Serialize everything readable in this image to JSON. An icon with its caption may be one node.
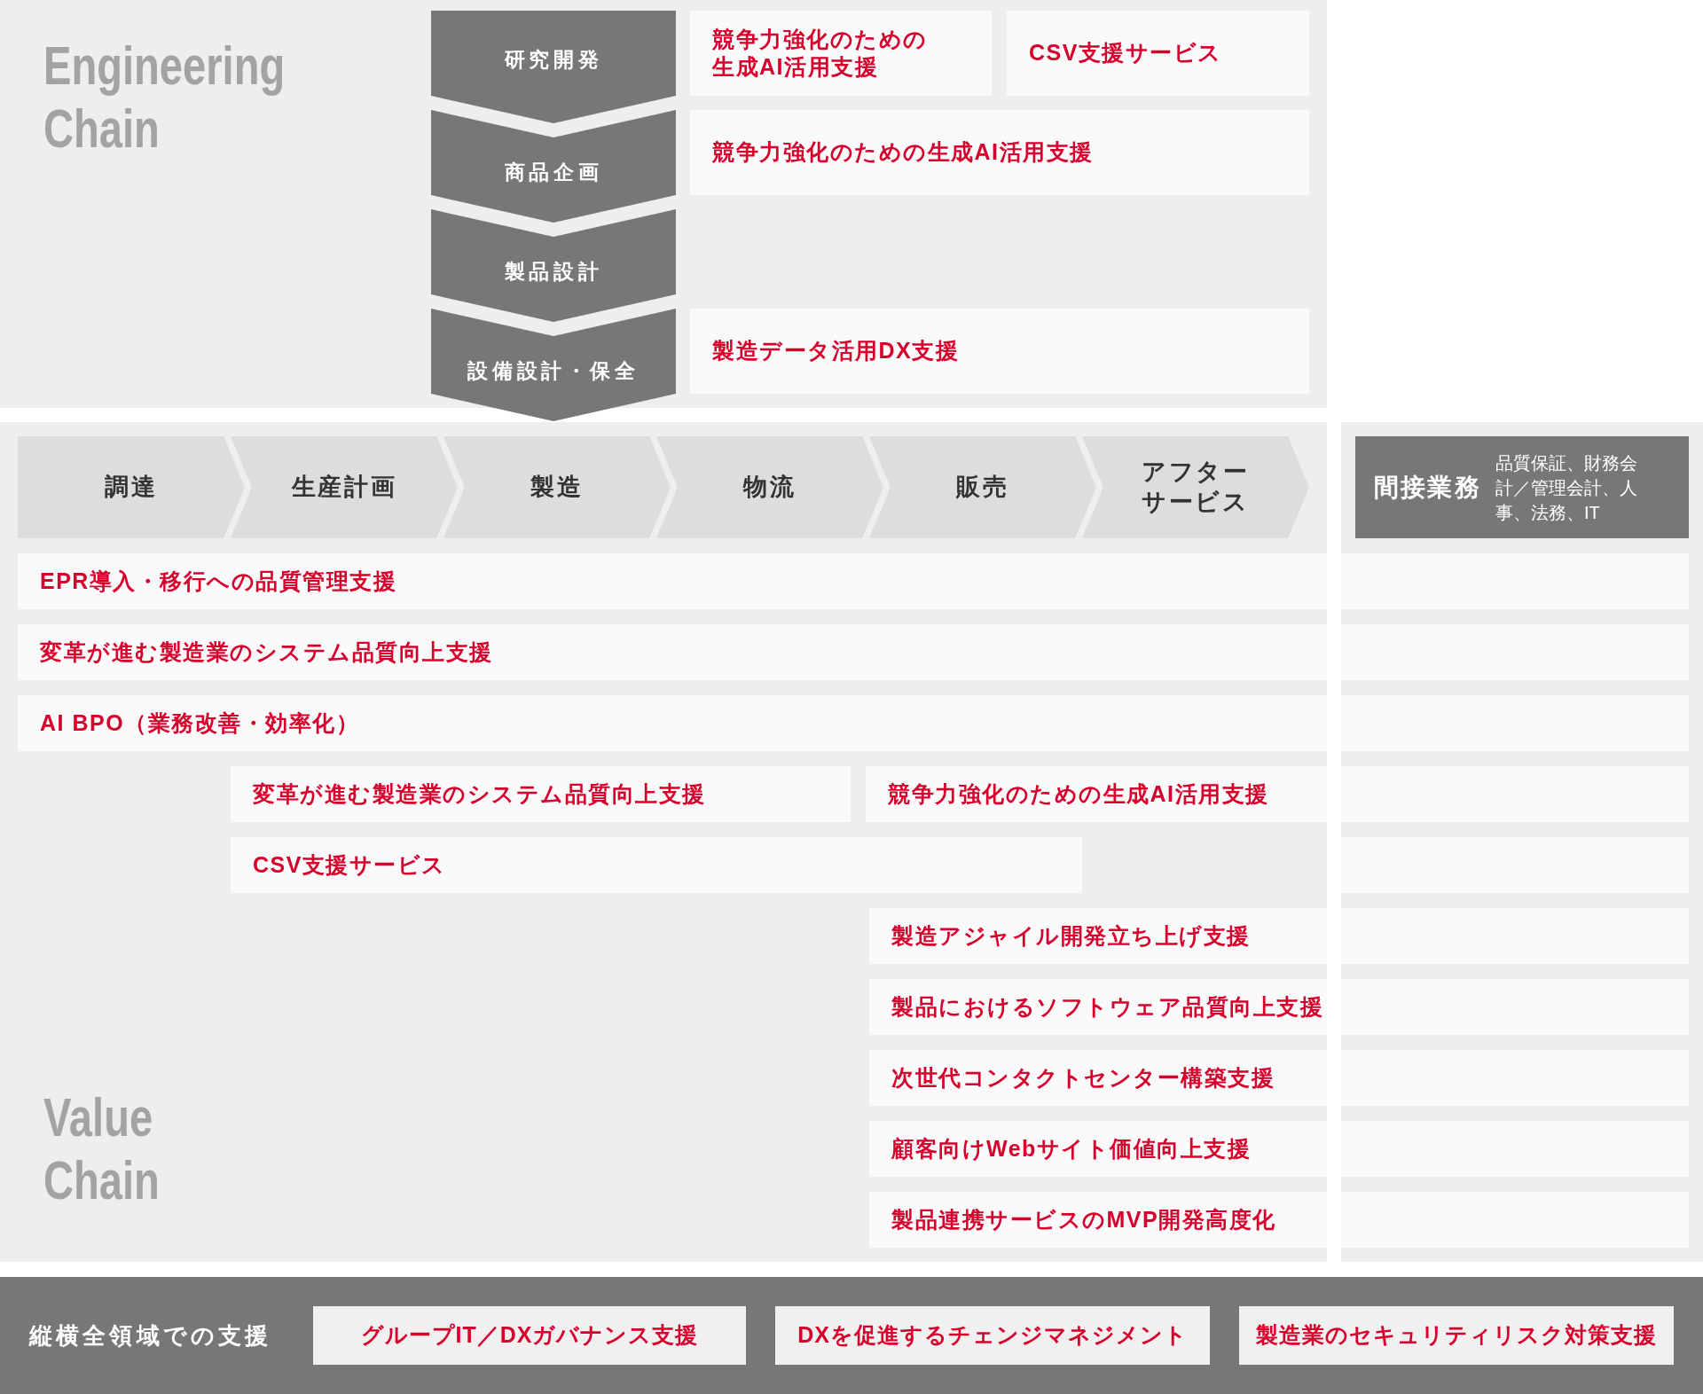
{
  "diagram": {
    "nodes": [
      {
        "text": [
          "Engineering Chain"
        ]
      },
      {
        "text": [
          "研究開発"
        ],
        "in": 0
      },
      {
        "text": [
          "競争力強化のための生成AI活用支援"
        ],
        "in": 0
      },
      {
        "text": [
          "CSV支援サービス"
        ],
        "in": 0
      },
      {
        "text": [
          "商品企画"
        ],
        "in": 0
      },
      {
        "text": [
          "競争力強化のための生成AI活用支援"
        ],
        "in": 0
      },
      {
        "text": [
          "製品設計"
        ],
        "in": 0
      },
      {
        "text": [
          "設備設計・保全"
        ]
      },
      {
        "text": [
          "製造データ活用DX支援"
        ],
        "in": 0
      },
      {
        "text": [
          "Value Chain"
        ]
      },
      {
        "text": [
          "調達"
        ],
        "in": 9
      },
      {
        "text": [
          "生産計画"
        ],
        "in": 9
      },
      {
        "text": [
          "製造"
        ],
        "in": 9
      },
      {
        "text": [
          "物流"
        ],
        "in": 9
      },
      {
        "text": [
          "販売"
        ],
        "in": 9
      },
      {
        "text": [
          "アフターサービス"
        ],
        "in": 9
      },
      {
        "text": [],
        "shape": "box"
      },
      {
        "text": [
          "間接業務",
          "品質保証、財務会計／管理会計、人事、法務、IT"
        ],
        "in": 16
      },
      {
        "text": [
          "EPR導入・移行への品質管理支援"
        ],
        "in": 9
      },
      {
        "text": [],
        "shape": "bar",
        "in": 16
      },
      {
        "text": [
          "変革が進む製造業のシステム品質向上支援"
        ],
        "in": 9
      },
      {
        "text": [],
        "shape": "bar",
        "in": 16
      },
      {
        "text": [
          "AI BPO（業務改善・効率化）"
        ],
        "in": 9
      },
      {
        "text": [],
        "shape": "bar",
        "in": 16
      },
      {
        "text": [
          "変革が進む製造業のシステム品質向上支援"
        ],
        "in": 9
      },
      {
        "text": [
          "競争力強化のための生成AI活用支援"
        ],
        "in": 9
      },
      {
        "text": [],
        "shape": "bar",
        "in": 16
      },
      {
        "text": [
          "CSV支援サービス"
        ],
        "in": 9
      },
      {
        "text": [],
        "shape": "bar",
        "in": 16
      },
      {
        "text": [
          "製造アジャイル開発立ち上げ支援"
        ],
        "in": 9
      },
      {
        "text": [],
        "shape": "bar",
        "in": 16
      },
      {
        "text": [
          "製品におけるソフトウェア品質向上支援"
        ],
        "in": 9
      },
      {
        "text": [],
        "shape": "bar",
        "in": 16
      },
      {
        "text": [
          "次世代コンタクトセンター構築支援"
        ],
        "in": 9
      },
      {
        "text": [],
        "shape": "bar",
        "in": 16
      },
      {
        "text": [
          "顧客向けWebサイト価値向上支援"
        ],
        "in": 9
      },
      {
        "text": [],
        "shape": "bar",
        "in": 16
      },
      {
        "text": [
          "製品連携サービスのMVP開発高度化"
        ],
        "in": 9
      },
      {
        "text": [],
        "shape": "bar",
        "in": 16
      },
      {
        "text": [
          "縦横全領域での支援"
        ]
      },
      {
        "text": [
          "グループIT／DXガバナンス支援"
        ],
        "in": 39
      },
      {
        "text": [
          "DXを促進するチェンジマネジメント"
        ],
        "in": 39
      },
      {
        "text": [
          "製造業のセキュリティリスク対策支援"
        ],
        "in": 39
      }
    ]
  }
}
